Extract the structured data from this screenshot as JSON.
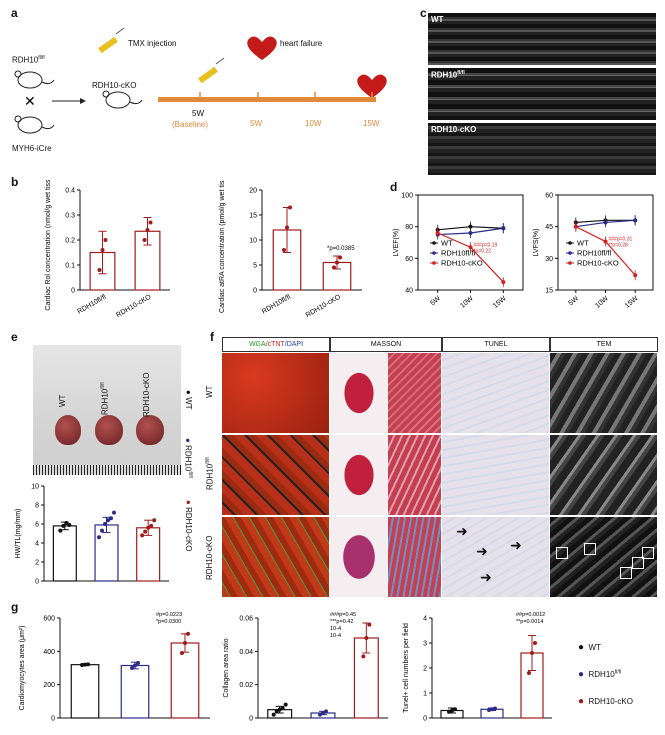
{
  "panels": {
    "a": "a",
    "b": "b",
    "c": "c",
    "d": "d",
    "e": "e",
    "f": "f",
    "g": "g"
  },
  "panel_a": {
    "mouse1": "RDH10",
    "mouse1_sup": "fl/fl",
    "mouse2": "MYH6-iCre",
    "offspring": "RDH10-cKO",
    "tmx": "TMX injection",
    "hf": "heart failure",
    "timepoints": [
      "5W",
      "5W",
      "10W",
      "15W"
    ],
    "baseline": "(Baseline)"
  },
  "panel_c": {
    "labels": [
      "WT",
      "RDH10",
      "RDH10-cKO"
    ],
    "sup": "fl/fl"
  },
  "panel_e": {
    "heart_labels": [
      "WT",
      "RDH10",
      "RDH10-cKO"
    ],
    "sup": "fl/fl",
    "legend": [
      "WT",
      "RDH10",
      "RDH10-cKO"
    ]
  },
  "panel_f": {
    "headers": {
      "wga": "WGA",
      "ctnt": "/cTNT",
      "dapi": "/DAPI",
      "masson": "MASSON",
      "tunel": "TUNEL",
      "tem": "TEM"
    },
    "rows": [
      "WT",
      "RDH10",
      "RDH10-cKO"
    ],
    "sup": "fl/fl"
  },
  "panel_g_legend": [
    "WT",
    "RDH10",
    "RDH10-cKO"
  ],
  "chart_data": [
    {
      "id": "b1",
      "type": "bar",
      "ylabel": "Cardiac Rol concentration (nmol/g wet tissue)",
      "categories": [
        "RDH10fl/fl",
        "RDH10-cKO"
      ],
      "ylim": [
        0,
        0.4
      ],
      "yticks": [
        0,
        0.1,
        0.2,
        0.3,
        0.4
      ],
      "values": [
        0.15,
        0.235
      ],
      "errors": [
        0.085,
        0.055
      ],
      "points": [
        [
          0.08,
          0.16,
          0.2
        ],
        [
          0.2,
          0.24,
          0.27
        ]
      ]
    },
    {
      "id": "b2",
      "type": "bar",
      "ylabel": "Cardiac atRA concentration (pmol/g wet tissue)",
      "categories": [
        "RDH10fl/fl",
        "RDH10-cKO"
      ],
      "ylim": [
        0,
        20
      ],
      "yticks": [
        0,
        5,
        10,
        15,
        20
      ],
      "values": [
        12,
        5.5
      ],
      "errors": [
        4.5,
        1.3
      ],
      "points": [
        [
          8,
          12.5,
          16.5
        ],
        [
          4.5,
          5.5,
          6.5
        ]
      ],
      "annotation": "*p=0.0385"
    },
    {
      "id": "d1",
      "type": "line",
      "ylabel": "LVEF(%)",
      "x": [
        "5W",
        "10W",
        "15W"
      ],
      "ylim": [
        40,
        100
      ],
      "yticks": [
        40,
        60,
        80,
        100
      ],
      "series": [
        {
          "name": "WT",
          "values": [
            78,
            80,
            79
          ]
        },
        {
          "name": "RDH10fl/fl",
          "values": [
            75,
            76,
            79
          ]
        },
        {
          "name": "RDH10-cKO",
          "values": [
            76,
            67,
            45
          ]
        }
      ],
      "annotations": [
        "###p=0.19",
        "*p=0.22",
        "###",
        "**p=0.16",
        "10-4",
        "10-4"
      ]
    },
    {
      "id": "d2",
      "type": "line",
      "ylabel": "LVFS(%)",
      "x": [
        "5W",
        "10W",
        "15W"
      ],
      "ylim": [
        15,
        60
      ],
      "yticks": [
        15,
        30,
        45,
        60
      ],
      "series": [
        {
          "name": "WT",
          "values": [
            47,
            48,
            48
          ]
        },
        {
          "name": "RDH10fl/fl",
          "values": [
            45,
            47,
            48
          ]
        },
        {
          "name": "RDH10-cKO",
          "values": [
            45,
            38,
            22
          ]
        }
      ],
      "annotations": [
        "###p=0.31",
        "**p=0.28",
        "10-4",
        "10-4"
      ]
    },
    {
      "id": "e1",
      "type": "bar",
      "ylabel": "HW/TL(mg/mm)",
      "categories": [
        "WT",
        "RDH10fl/fl",
        "RDH10-cKO"
      ],
      "ylim": [
        0,
        10
      ],
      "yticks": [
        0,
        2,
        4,
        6,
        8,
        10
      ],
      "values": [
        5.8,
        5.9,
        5.6
      ],
      "errors": [
        0.4,
        0.8,
        0.8
      ],
      "points": [
        [
          5.3,
          5.8,
          6.1,
          5.9
        ],
        [
          4.6,
          5.3,
          6,
          6.4,
          6.6,
          7.2
        ],
        [
          4.8,
          5.2,
          5.6,
          5.8,
          6.4
        ]
      ]
    },
    {
      "id": "g1",
      "type": "bar",
      "ylabel": "Cardiomyocytes area (μm²)",
      "categories": [
        "WT",
        "RDH10fl/fl",
        "RDH10-cKO"
      ],
      "ylim": [
        0,
        600
      ],
      "yticks": [
        0,
        200,
        400,
        600
      ],
      "values": [
        320,
        315,
        450
      ],
      "errors": [
        5,
        20,
        55
      ],
      "points": [
        [
          318,
          320,
          322
        ],
        [
          300,
          315,
          330
        ],
        [
          390,
          450,
          505
        ]
      ],
      "annotations": [
        "#p=0.0223",
        "*p=0.0300"
      ]
    },
    {
      "id": "g2",
      "type": "bar",
      "ylabel": "Collagen area ratio",
      "categories": [
        "WT",
        "RDH10fl/fl",
        "RDH10-cKO"
      ],
      "ylim": [
        0,
        0.06
      ],
      "yticks": [
        0,
        0.02,
        0.04,
        0.06
      ],
      "values": [
        0.005,
        0.003,
        0.048
      ],
      "errors": [
        0.002,
        0.001,
        0.009
      ],
      "points": [
        [
          0.002,
          0.004,
          0.005,
          0.006,
          0.008
        ],
        [
          0.002,
          0.003,
          0.004
        ],
        [
          0.037,
          0.048,
          0.056
        ]
      ],
      "annotations": [
        "###p=0.45",
        "***p=0.42",
        "10-4",
        "10-4"
      ]
    },
    {
      "id": "g3",
      "type": "bar",
      "ylabel": "Tunel+ cell numbers per field",
      "categories": [
        "WT",
        "RDH10fl/fl",
        "RDH10-cKO"
      ],
      "ylim": [
        0,
        4
      ],
      "yticks": [
        0,
        1,
        2,
        3,
        4
      ],
      "values": [
        0.3,
        0.35,
        2.6
      ],
      "errors": [
        0.1,
        0.05,
        0.7
      ],
      "points": [
        [
          0.25,
          0.3,
          0.35
        ],
        [
          0.32,
          0.35,
          0.38
        ],
        [
          1.8,
          2.6,
          3.0
        ]
      ],
      "annotations": [
        "##p=0.0012",
        "**p=0.0014"
      ]
    }
  ]
}
